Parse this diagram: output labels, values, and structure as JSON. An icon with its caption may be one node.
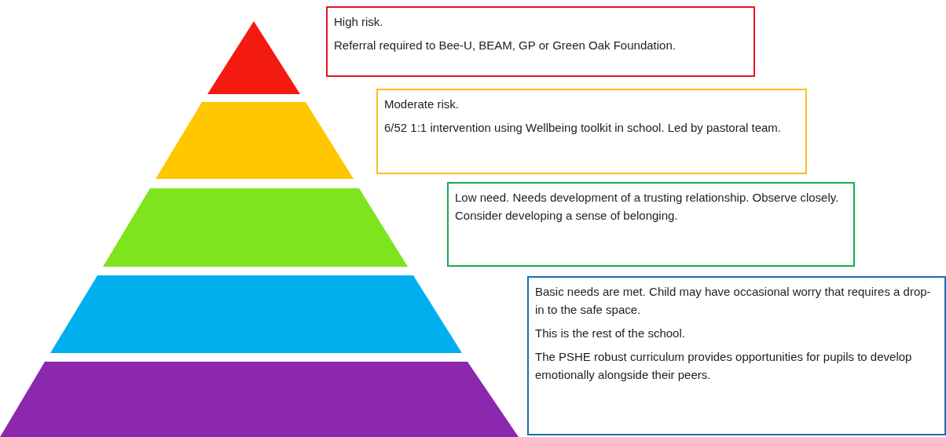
{
  "diagram": {
    "nodes": [
      {
        "text": [
          "High risk.",
          "Referral required to Bee-U, BEAM, GP or Green Oak Foundation."
        ]
      },
      {
        "text": [
          "Moderate risk.",
          "6/52 1:1 intervention using Wellbeing toolkit in school. Led by pastoral team."
        ]
      },
      {
        "text": [
          "Low need. Needs development of a trusting relationship. Observe closely. Consider developing a sense of belonging."
        ]
      },
      {
        "text": [
          "Basic needs are met. Child may have occasional worry that requires a drop-in to the safe space.",
          "This is the rest of the school.",
          "The PSHE robust curriculum provides opportunities for pupils to develop emotionally alongside their peers."
        ]
      }
    ]
  }
}
